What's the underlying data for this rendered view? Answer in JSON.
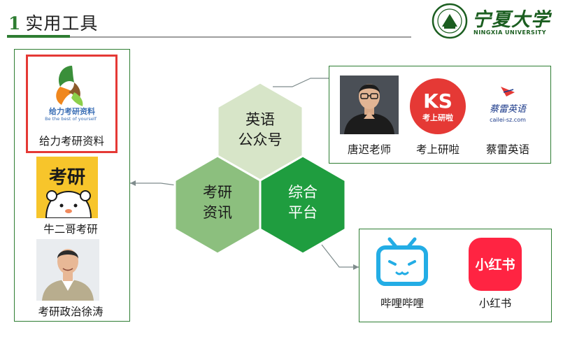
{
  "title": {
    "number": "1",
    "text": "实用工具"
  },
  "university": {
    "name": "宁夏大学",
    "en": "NINGXIA UNIVERSITY"
  },
  "hexagons": {
    "top": {
      "line1": "英语",
      "line2": "公众号"
    },
    "left": {
      "line1": "考研",
      "line2": "资讯"
    },
    "right": {
      "line1": "综合",
      "line2": "平台"
    }
  },
  "left_panel": {
    "item1": {
      "caption": "给力考研资料",
      "logo_text": "给力考研资料",
      "logo_sub": "Be the best of yourself"
    },
    "item2": {
      "caption": "牛二哥考研",
      "logo_text": "考研"
    },
    "item3": {
      "caption": "考研政治徐涛"
    }
  },
  "top_panel": {
    "item1": {
      "caption": "唐迟老师"
    },
    "item2": {
      "caption": "考上研啦",
      "logo_text": "考上研啦",
      "logo_mark": "KS"
    },
    "item3": {
      "caption": "蔡雷英语",
      "logo_text": "蔡雷英语",
      "logo_sub": "cailei-sz.com"
    }
  },
  "bottom_panel": {
    "item1": {
      "caption": "哔哩哔哩"
    },
    "item2": {
      "caption": "小红书",
      "logo_text": "小红书"
    }
  },
  "colors": {
    "hex_top": "#d7e5c8",
    "hex_left": "#8cbf7e",
    "hex_right": "#1f9d3f",
    "border": "#2e7d32",
    "highlight": "#e53935",
    "bilibili": "#23ade5",
    "xiaohongshu": "#ff2442",
    "kaoshang": "#e53935",
    "niuerge": "#f7c52b"
  }
}
